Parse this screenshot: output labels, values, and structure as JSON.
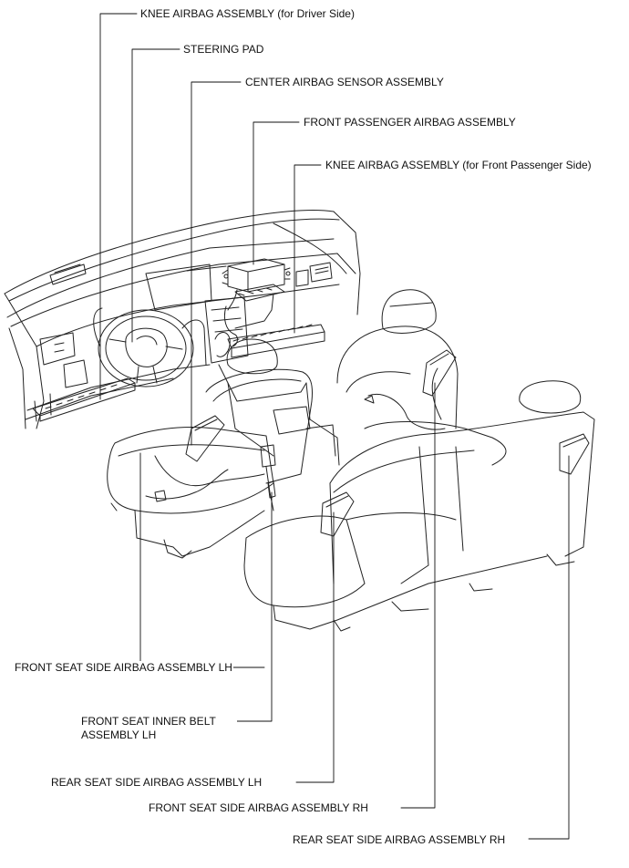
{
  "labels": {
    "knee_airbag_driver": "KNEE AIRBAG ASSEMBLY  (for Driver Side)",
    "steering_pad": "STEERING PAD",
    "center_airbag_sensor": "CENTER AIRBAG SENSOR ASSEMBLY",
    "front_passenger_airbag": "FRONT PASSENGER AIRBAG ASSEMBLY",
    "knee_airbag_passenger": "KNEE AIRBAG ASSEMBLY (for Front Passenger Side)",
    "front_seat_side_airbag_lh": "FRONT SEAT SIDE AIRBAG ASSEMBLY  LH",
    "front_seat_inner_belt_lh_line1": "FRONT SEAT INNER BELT",
    "front_seat_inner_belt_lh_line2": "ASSEMBLY LH",
    "rear_seat_side_airbag_lh": "REAR SEAT SIDE AIRBAG ASSEMBLY LH",
    "front_seat_side_airbag_rh": "FRONT SEAT SIDE AIRBAG ASSEMBLY RH",
    "rear_seat_side_airbag_rh": "REAR SEAT SIDE AIRBAG ASSEMBLY RH"
  }
}
